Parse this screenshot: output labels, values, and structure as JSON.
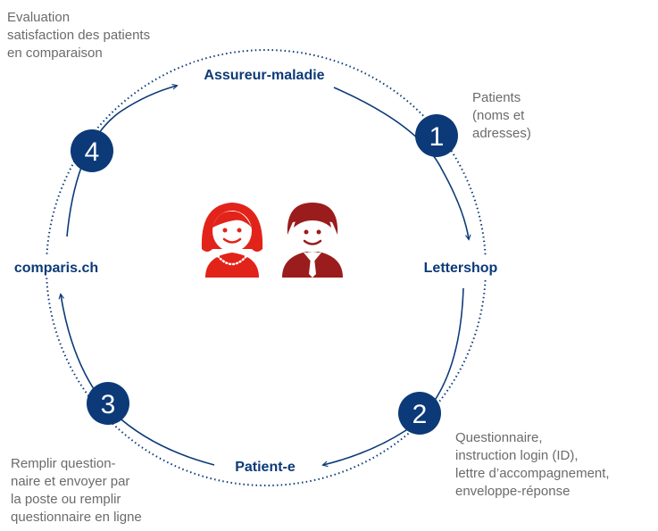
{
  "colors": {
    "navy": "#0c3a78",
    "red": "#e2231a",
    "dark_red": "#9b1c1c",
    "gray_text": "#6b6b6b"
  },
  "nodes": {
    "top": "Assureur-maladie",
    "right": "Lettershop",
    "bottom": "Patient-e",
    "left": "comparis.ch"
  },
  "steps": [
    "1",
    "2",
    "3",
    "4"
  ],
  "notes": {
    "evaluation": [
      "Evaluation",
      "satisfaction des patients",
      "en comparaison"
    ],
    "patients": [
      "Patients",
      "(noms et",
      "adresses)"
    ],
    "questionnaire": [
      "Questionnaire,",
      "instruction login (ID),",
      "lettre d’accompagnement,",
      "enveloppe-réponse"
    ],
    "remplir": [
      "Remplir question-",
      "naire et envoyer par",
      "la poste ou remplir",
      "questionnaire en ligne"
    ]
  },
  "icons": [
    "woman-icon",
    "man-icon"
  ]
}
